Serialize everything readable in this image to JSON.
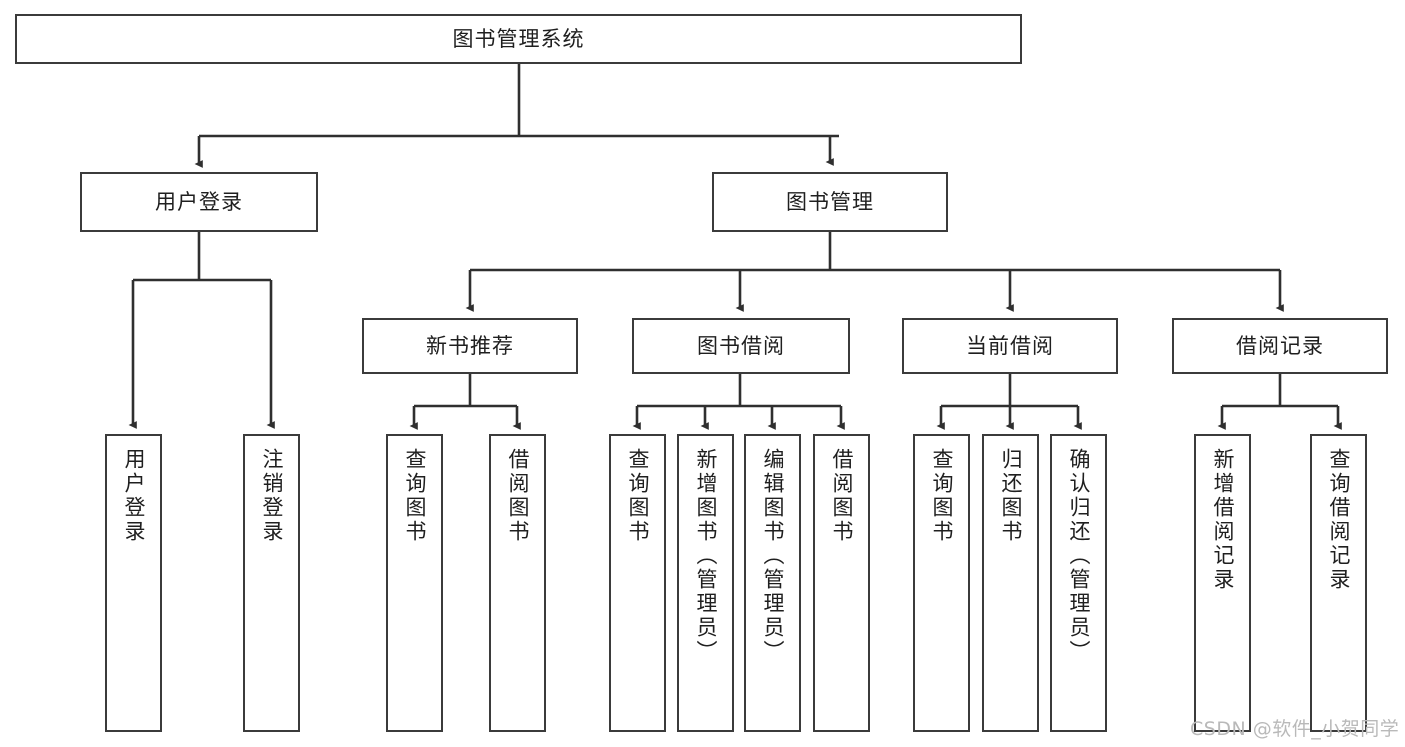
{
  "diagram": {
    "title_node": {
      "label": "图书管理系统"
    },
    "level1": [
      {
        "label": "用户登录"
      },
      {
        "label": "图书管理"
      }
    ],
    "level2": [
      {
        "label": "新书推荐"
      },
      {
        "label": "图书借阅"
      },
      {
        "label": "当前借阅"
      },
      {
        "label": "借阅记录"
      }
    ],
    "leaves": {
      "user_login": [
        {
          "label": "用户登录"
        },
        {
          "label": "注销登录"
        }
      ],
      "new_book_recommend": [
        {
          "label": "查询图书"
        },
        {
          "label": "借阅图书"
        }
      ],
      "book_borrow": [
        {
          "label": "查询图书"
        },
        {
          "label": "新增图书（管理员）"
        },
        {
          "label": "编辑图书（管理员）"
        },
        {
          "label": "借阅图书"
        }
      ],
      "current_borrow": [
        {
          "label": "查询图书"
        },
        {
          "label": "归还图书"
        },
        {
          "label": "确认归还（管理员）"
        }
      ],
      "borrow_record": [
        {
          "label": "新增借阅记录"
        },
        {
          "label": "查询借阅记录"
        }
      ]
    }
  },
  "watermark": {
    "text": "CSDN @软件_小贺同学"
  },
  "colors": {
    "box_border": "#3b3b3b",
    "edge": "#2f2f2f",
    "background": "#ffffff",
    "text": "#1f1f1f",
    "watermark": "#b9b9b9"
  }
}
